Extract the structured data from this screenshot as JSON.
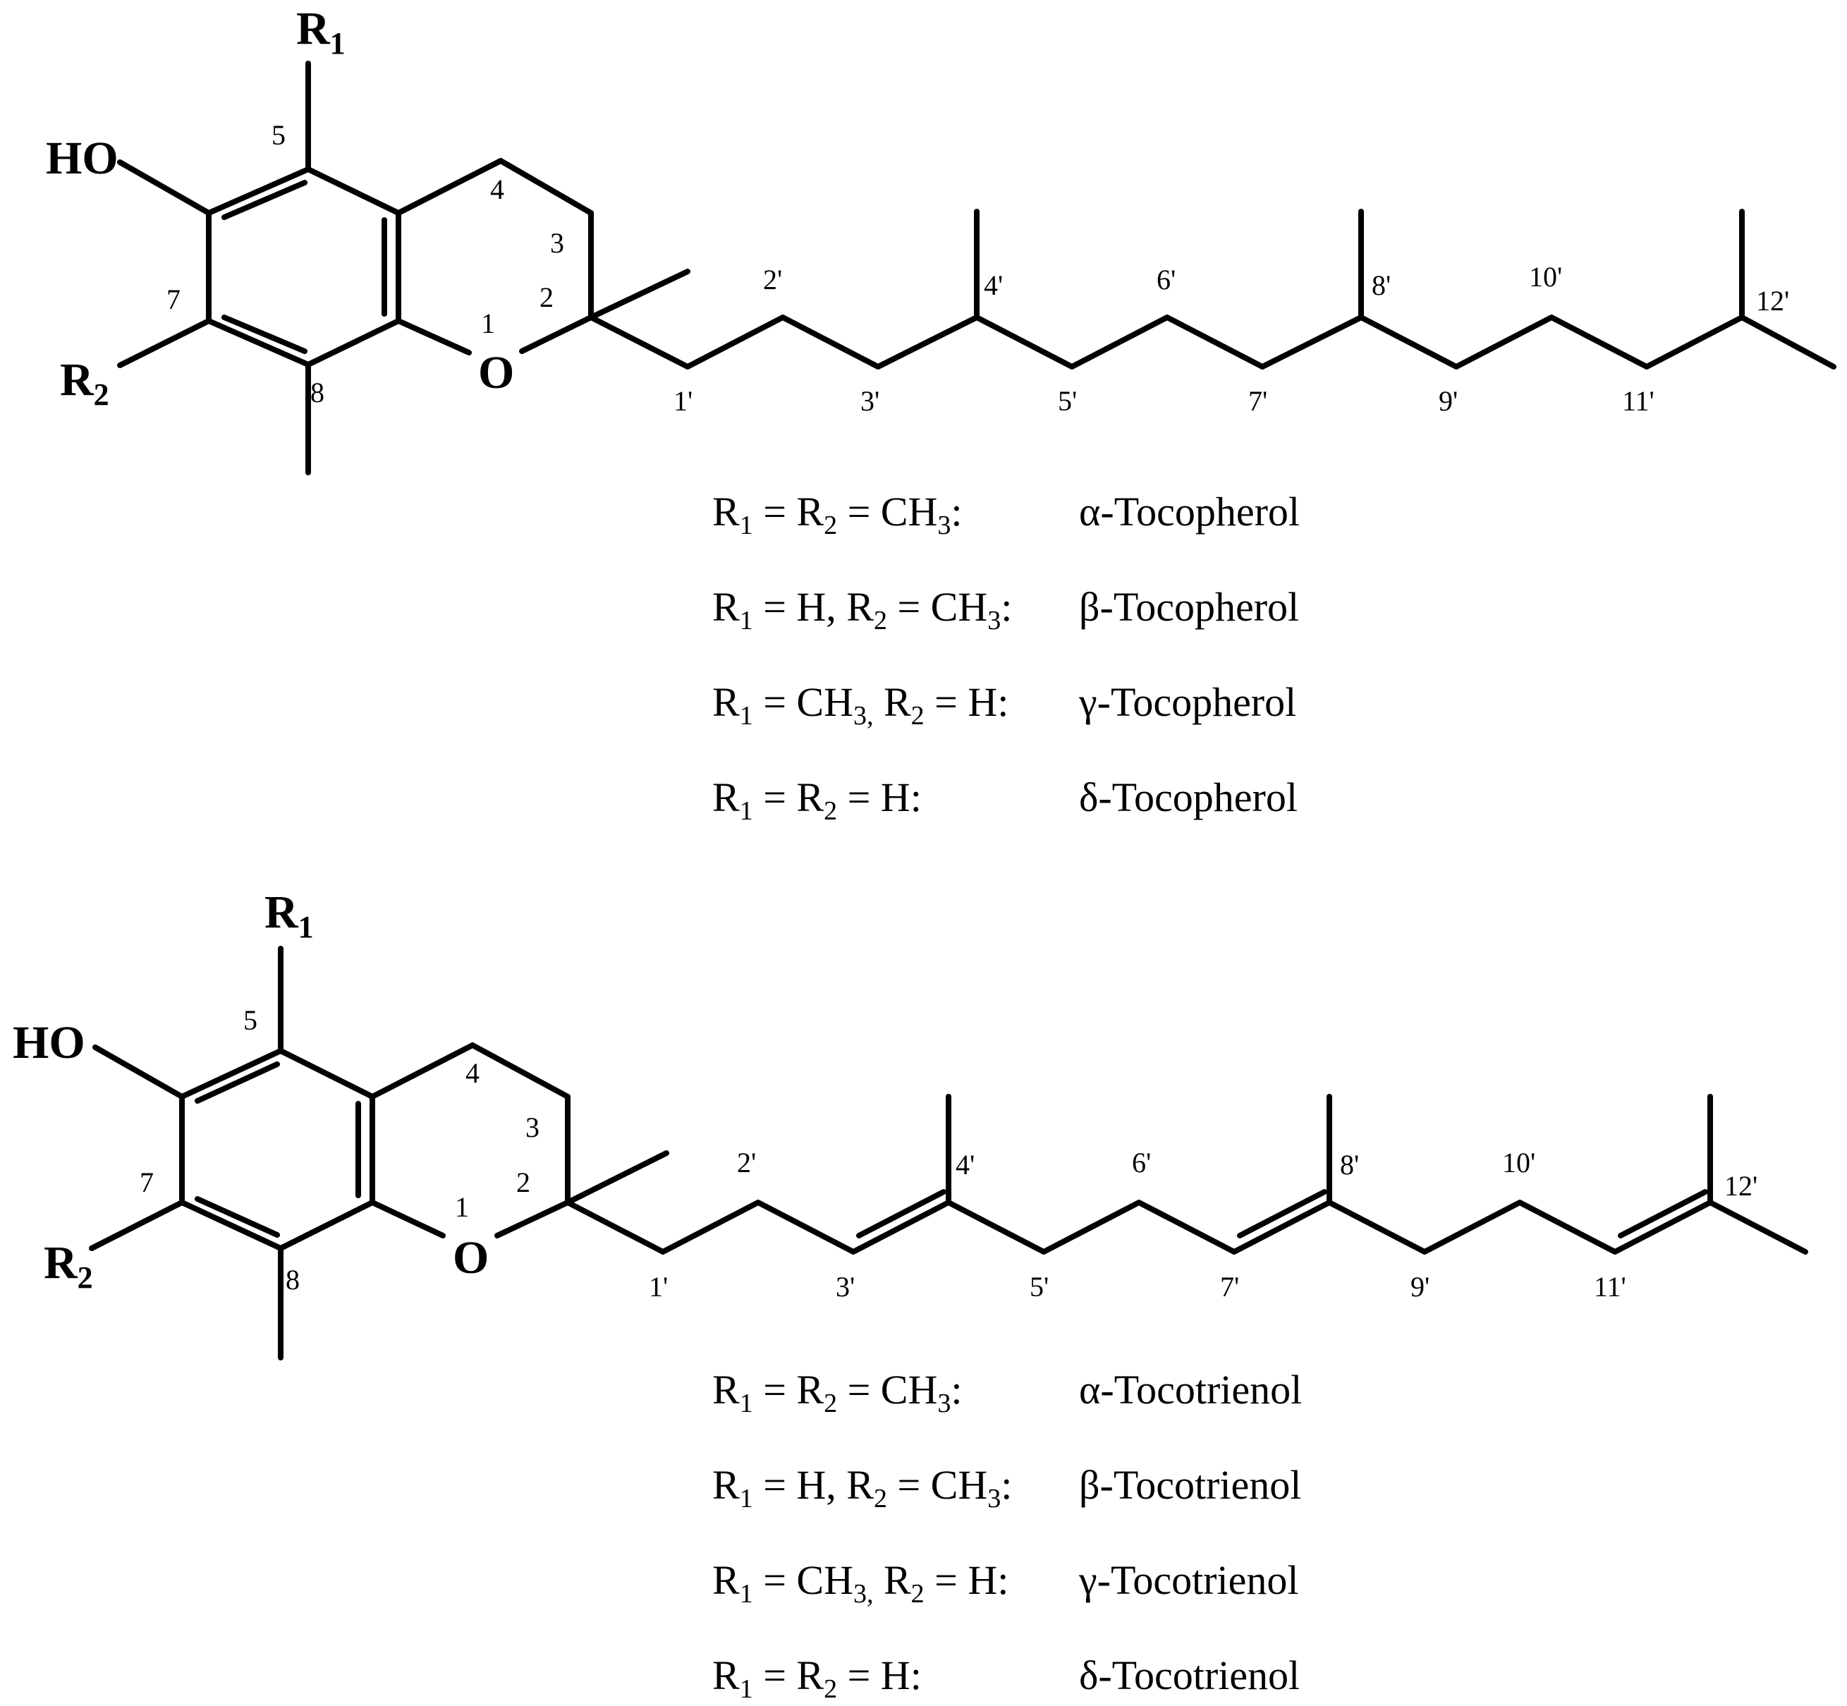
{
  "structures": [
    {
      "id": "tocopherol",
      "substituent_labels": {
        "r1": "R",
        "r1_sub": "1",
        "r2": "R",
        "r2_sub": "2",
        "hydroxyl": "HO",
        "oxygen": "O"
      },
      "ring_locants": [
        "1",
        "2",
        "3",
        "4",
        "5",
        "7",
        "8"
      ],
      "chain_locants": [
        "1'",
        "2'",
        "3'",
        "4'",
        "5'",
        "6'",
        "7'",
        "8'",
        "9'",
        "10'",
        "11'",
        "12'"
      ],
      "chain_unsaturated": false,
      "definitions": [
        {
          "rows": [
            [
              "R",
              "1"
            ],
            [
              " = R",
              "2"
            ],
            [
              " = CH",
              "3"
            ],
            [
              ":",
              ""
            ]
          ],
          "compound": "α-Tocopherol"
        },
        {
          "rows": [
            [
              "R",
              "1"
            ],
            [
              " = H, R",
              "2"
            ],
            [
              " = CH",
              "3"
            ],
            [
              ":",
              ""
            ]
          ],
          "compound": "β-Tocopherol"
        },
        {
          "rows": [
            [
              "R",
              "1"
            ],
            [
              " = CH",
              "3,"
            ],
            [
              " R",
              "2"
            ],
            [
              " = H:",
              ""
            ]
          ],
          "compound": "γ-Tocopherol"
        },
        {
          "rows": [
            [
              "R",
              "1"
            ],
            [
              " =  R",
              "2"
            ],
            [
              " = H:",
              ""
            ]
          ],
          "compound": "δ-Tocopherol"
        }
      ]
    },
    {
      "id": "tocotrienol",
      "substituent_labels": {
        "r1": "R",
        "r1_sub": "1",
        "r2": "R",
        "r2_sub": "2",
        "hydroxyl": "HO",
        "oxygen": "O"
      },
      "ring_locants": [
        "1",
        "2",
        "3",
        "4",
        "5",
        "7",
        "8"
      ],
      "chain_locants": [
        "1'",
        "2'",
        "3'",
        "4'",
        "5'",
        "6'",
        "7'",
        "8'",
        "9'",
        "10'",
        "11'",
        "12'"
      ],
      "chain_unsaturated": true,
      "definitions": [
        {
          "rows": [
            [
              "R",
              "1"
            ],
            [
              " = R",
              "2"
            ],
            [
              " = CH",
              "3"
            ],
            [
              ":",
              ""
            ]
          ],
          "compound": "α-Tocotrienol"
        },
        {
          "rows": [
            [
              "R",
              "1"
            ],
            [
              " = H, R",
              "2"
            ],
            [
              " = CH",
              "3"
            ],
            [
              ":",
              ""
            ]
          ],
          "compound": "β-Tocotrienol"
        },
        {
          "rows": [
            [
              "R",
              "1"
            ],
            [
              " = CH",
              "3,"
            ],
            [
              " R",
              "2"
            ],
            [
              " = H:",
              ""
            ]
          ],
          "compound": "γ-Tocotrienol"
        },
        {
          "rows": [
            [
              "R",
              "1"
            ],
            [
              " =  R",
              "2"
            ],
            [
              " = H:",
              ""
            ]
          ],
          "compound": "δ-Tocotrienol"
        }
      ]
    }
  ]
}
